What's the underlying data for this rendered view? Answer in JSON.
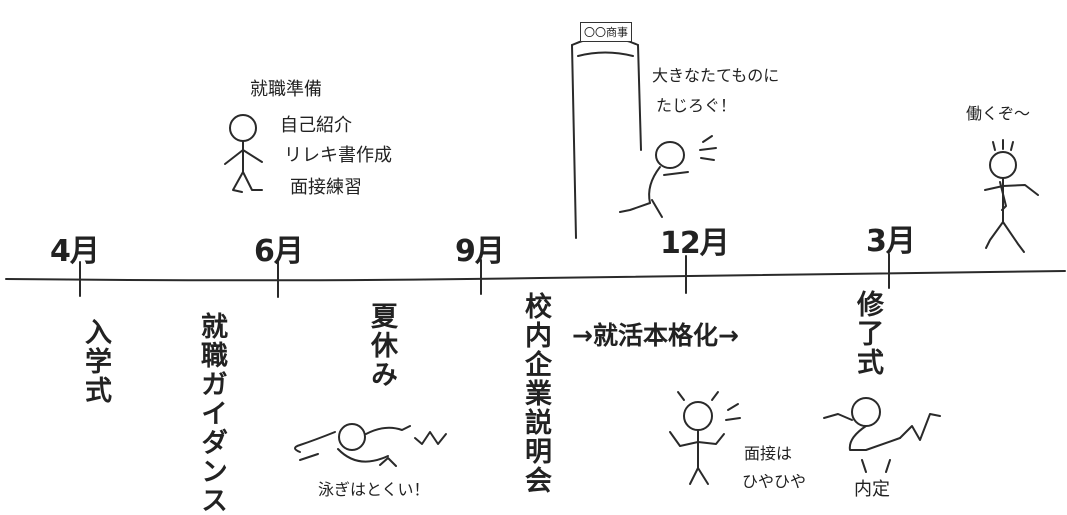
{
  "timeline": {
    "months": [
      "4月",
      "6月",
      "9月",
      "12月",
      "3月"
    ],
    "events": {
      "nyugakushiki": "入学式",
      "guidance": "就職ガイダンス",
      "natsuyasumi": "夏休み",
      "setsumeikai": "校内企業説明会",
      "honkakuka": "→就活本格化→",
      "shuryoshiki": "修了式"
    }
  },
  "notes": {
    "prep_title": "就職準備",
    "prep_items": [
      "自己紹介",
      "リレキ書作成",
      "面接練習"
    ],
    "company_sign": "〇〇商事",
    "company_line1": "大きなたてものに",
    "company_line2": "たじろぐ！",
    "work": "働くぞ〜",
    "swim": "泳ぎはとくい！",
    "interview_line1": "面接は",
    "interview_line2": "ひやひや",
    "naitei": "内定"
  }
}
